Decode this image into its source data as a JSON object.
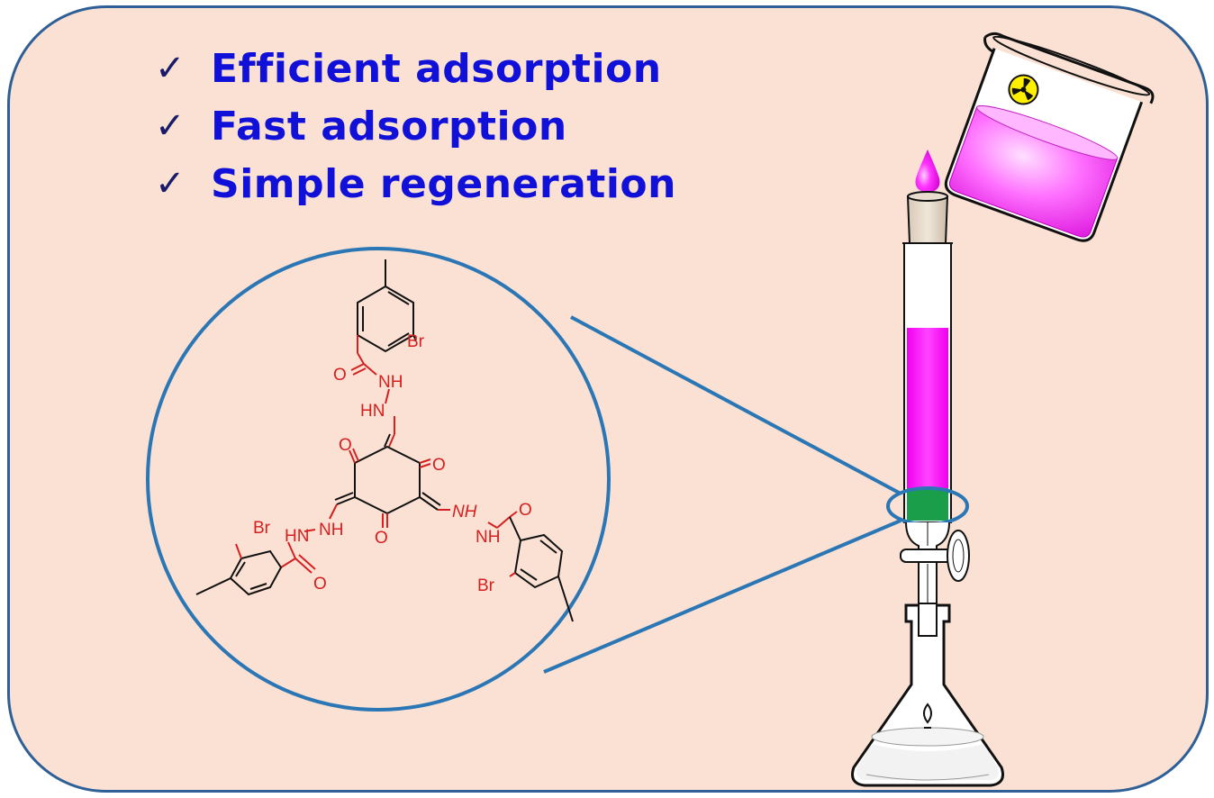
{
  "features": [
    {
      "check": "✓",
      "label": "Efficient adsorption"
    },
    {
      "check": "✓",
      "label": "Fast adsorption"
    },
    {
      "check": "✓",
      "label": "Simple regeneration"
    }
  ],
  "molecule_labels": {
    "br_top": "Br",
    "br_left": "Br",
    "br_right": "Br",
    "o_amide_top": "O",
    "nh_top": "NH",
    "hn_top": "HN",
    "o_ring_left": "O",
    "o_ring_right": "O",
    "o_ring_bottom": "O",
    "hn_left": "HN",
    "nh_left": "NH",
    "o_amide_left": "O",
    "nh_right_italic": "NH",
    "nh_right": "NH",
    "o_amide_right": "O"
  },
  "colors": {
    "panel_bg": "#fae1d3",
    "panel_border": "#2e5f96",
    "feature_text": "#1010d8",
    "molecule_red": "#d42020",
    "solution_pink": "#ff00ff",
    "adsorbent_green": "#1a9e4a",
    "zoom_circle": "#2b76b5"
  },
  "icons": [
    "checkmark-icon",
    "radioactive-icon"
  ]
}
